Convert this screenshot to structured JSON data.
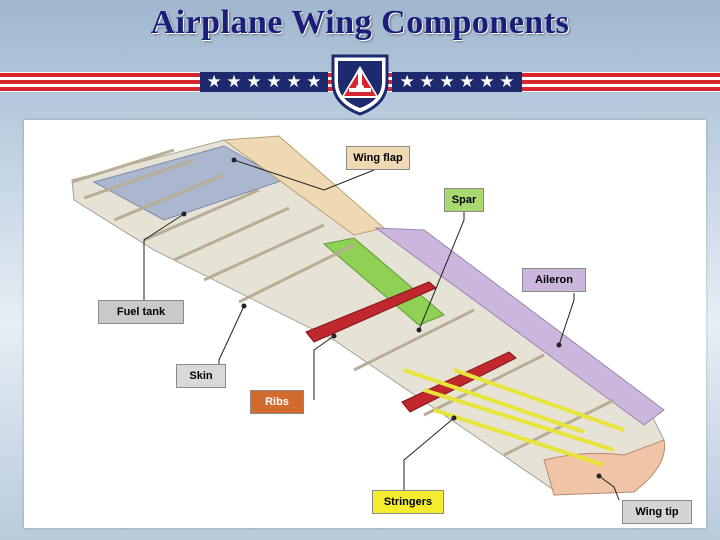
{
  "title": "Airplane Wing Components",
  "labels": {
    "wing_flap": "Wing flap",
    "spar": "Spar",
    "aileron": "Aileron",
    "fuel_tank": "Fuel tank",
    "skin": "Skin",
    "ribs": "Ribs",
    "stringers": "Stringers",
    "wing_tip": "Wing tip"
  },
  "banner": {
    "stars_left": "★ ★ ★ ★ ★ ★",
    "stars_right": "★ ★ ★ ★ ★ ★"
  },
  "colors": {
    "title": "#1c1c7a",
    "stripe_red": "#d8262e",
    "star_bar": "#1d2a6e",
    "ribs_red": "#c0282d",
    "stringers_yellow": "#e7e53a",
    "aileron": "#cbb6dd",
    "flap": "#eed9b3",
    "spar_green": "#8fd154"
  }
}
